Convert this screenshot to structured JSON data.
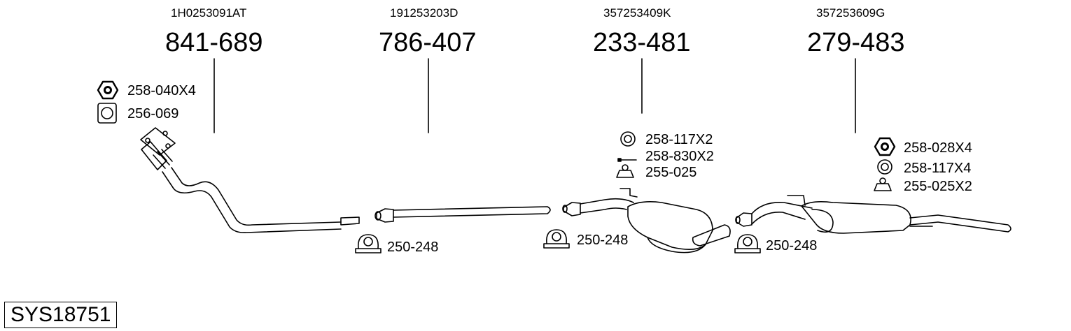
{
  "system_code": "SYS18751",
  "main_parts": [
    {
      "oem": "1H0253091AT",
      "part": "841-689"
    },
    {
      "oem": "191253203D",
      "part": "786-407"
    },
    {
      "oem": "357253409K",
      "part": "233-481"
    },
    {
      "oem": "357253609G",
      "part": "279-483"
    }
  ],
  "accessories": {
    "nut_a": "258-040X4",
    "gasket_a": "256-069",
    "clamp_1": "250-248",
    "ring_b": "258-117X2",
    "bolt_b": "258-830X2",
    "mount_b": "255-025",
    "clamp_2": "250-248",
    "nut_c": "258-028X4",
    "ring_c": "258-117X4",
    "mount_c": "255-025X2",
    "clamp_3": "250-248"
  }
}
